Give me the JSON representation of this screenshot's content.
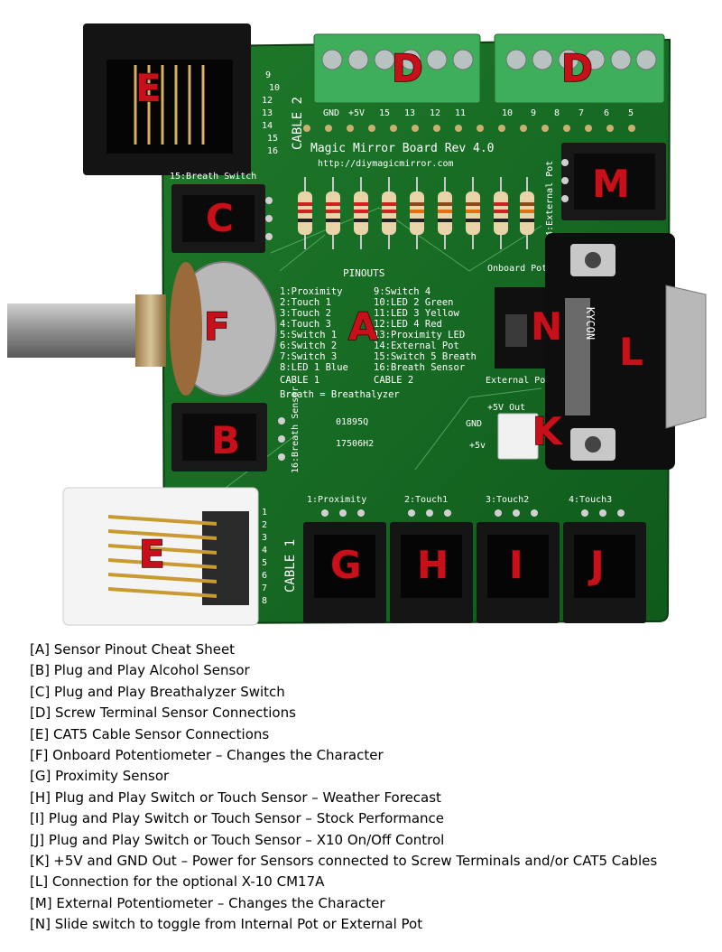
{
  "board": {
    "title": "Magic Mirror Board Rev 4.0",
    "url": "http://diymagicmirror.com",
    "cable2_label": "CABLE 2",
    "cable1_label": "CABLE 1",
    "breath_switch_label": "15:Breath Switch",
    "breath_sensor_label": "16:Breath Sensor",
    "external_pot_label": "14:External Pot",
    "onboard_pot_label": "Onboard Pot",
    "external_pot_switch_label": "External Pot",
    "plus5v_out_label": "+5V Out",
    "gnd_label": "GND",
    "plus5v_label": "+5v",
    "part_code_1": "01895Q",
    "part_code_2": "17506H2",
    "pinouts_title": "PINOUTS",
    "connector_brand": "KYCON",
    "screw_terminal_labels_left": [
      "GND",
      "+5V",
      "15",
      "13",
      "12",
      "11"
    ],
    "screw_terminal_labels_right": [
      "10",
      "9",
      "8",
      "7",
      "6",
      "5"
    ],
    "cable2_pins": [
      "9",
      "10",
      "12",
      "13",
      "14",
      "15",
      "16"
    ],
    "cable1_pins": [
      "1",
      "2",
      "3",
      "4",
      "5",
      "6",
      "7",
      "8"
    ],
    "pinouts_col1": [
      "1:Proximity",
      "2:Touch 1",
      "3:Touch 2",
      "4:Touch 3",
      "5:Switch 1",
      "6:Switch 2",
      "7:Switch 3",
      "8:LED 1 Blue",
      "CABLE 1"
    ],
    "pinouts_col2": [
      "9:Switch 4",
      "10:LED 2 Green",
      "11:LED 3 Yellow",
      "12:LED 4 Red",
      "13:Proximity LED",
      "14:External Pot",
      "15:Switch 5 Breath",
      "16:Breath Sensor",
      "CABLE 2"
    ],
    "breath_note": "Breath = Breathalyzer",
    "bottom_connector_labels": [
      "1:Proximity",
      "2:Touch1",
      "3:Touch2",
      "4:Touch3"
    ]
  },
  "callouts": {
    "A": "A",
    "B": "B",
    "C": "C",
    "D1": "D",
    "D2": "D",
    "E1": "E",
    "E2": "E",
    "F": "F",
    "G": "G",
    "H": "H",
    "I": "I",
    "J": "J",
    "K": "K",
    "L": "L",
    "M": "M",
    "N": "N"
  },
  "legend": [
    "[A] Sensor Pinout Cheat Sheet",
    "[B] Plug and Play Alcohol Sensor",
    "[C] Plug and Play Breathalyzer Switch",
    "[D] Screw Terminal Sensor Connections",
    "[E] CAT5 Cable Sensor Connections",
    "[F] Onboard Potentiometer – Changes the Character",
    "[G] Proximity Sensor",
    "[H] Plug and Play Switch or Touch Sensor – Weather Forecast",
    "[I]  Plug and Play Switch or Touch Sensor – Stock Performance",
    "[J] Plug and Play Switch or Touch Sensor – X10 On/Off Control",
    "[K] +5V and GND Out – Power for Sensors connected to Screw Terminals and/or CAT5 Cables",
    "[L] Connection for the optional X-10 CM17A",
    "[M] External Potentiometer – Changes the Character",
    "[N] Slide switch to toggle from Internal Pot or External Pot"
  ]
}
